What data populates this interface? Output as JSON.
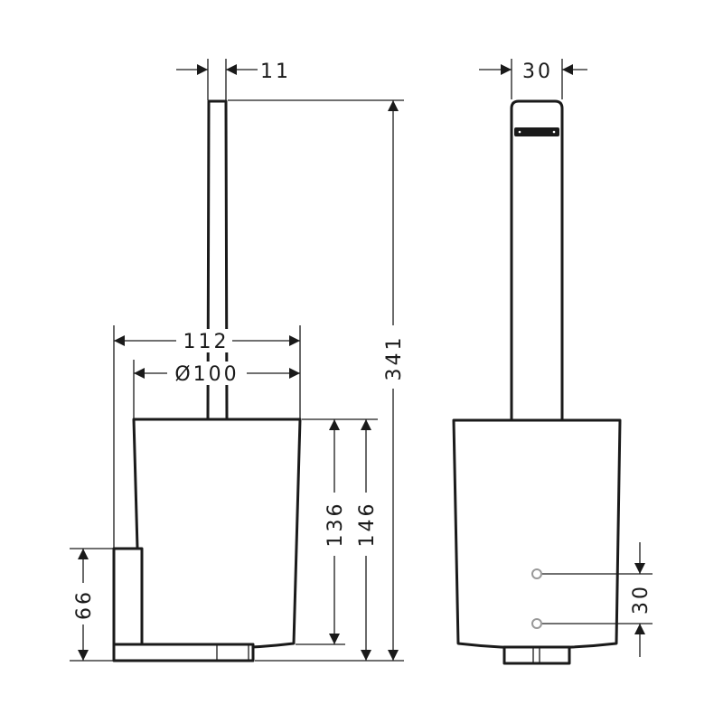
{
  "dimensions": {
    "handle_width_front": "11",
    "handle_width_side": "30",
    "total_height": "341",
    "overall_width": "112",
    "bowl_diameter": "Ø100",
    "bowl_height_inner": "136",
    "bowl_height_outer": "146",
    "bracket_height": "66",
    "fixing_spacing": "30"
  },
  "colors": {
    "line": "#1a1a1a",
    "fixing_point": "#999999"
  }
}
